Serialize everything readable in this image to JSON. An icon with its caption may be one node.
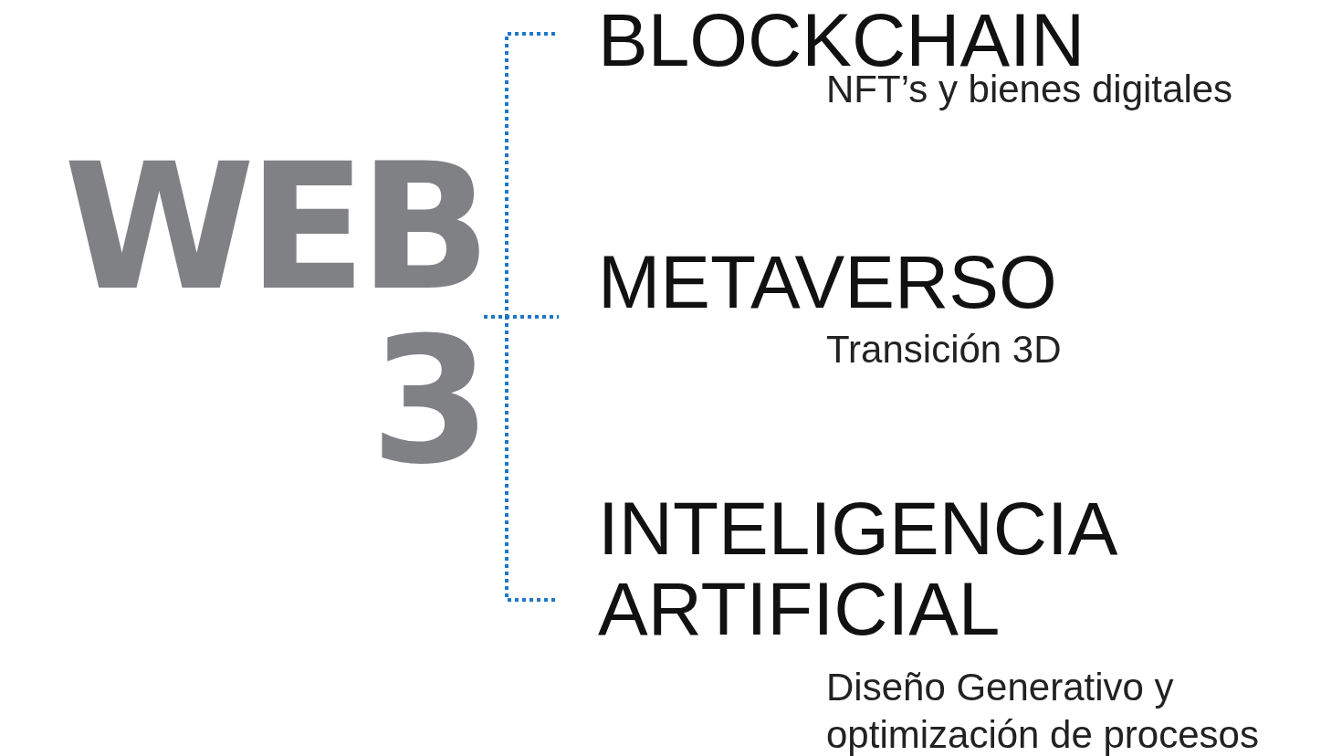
{
  "diagram": {
    "nodes": [
      {
        "text": [
          "WEB 3"
        ]
      },
      {
        "text": [
          "BLOCKCHAIN",
          "NFT’s y bienes digitales"
        ]
      },
      {
        "text": [
          "METAVERSO",
          "Transición 3D"
        ]
      },
      {
        "text": [
          "INTELIGENCIA ARTIFICIAL",
          "Diseño Generativo y optimización de procesos"
        ]
      }
    ],
    "edges": [
      {
        "from": 0,
        "to": 1,
        "arrow": "none",
        "style": "dashed"
      },
      {
        "from": 0,
        "to": 2,
        "arrow": "none",
        "style": "dashed"
      },
      {
        "from": 0,
        "to": 3,
        "arrow": "none",
        "style": "dashed"
      }
    ]
  }
}
